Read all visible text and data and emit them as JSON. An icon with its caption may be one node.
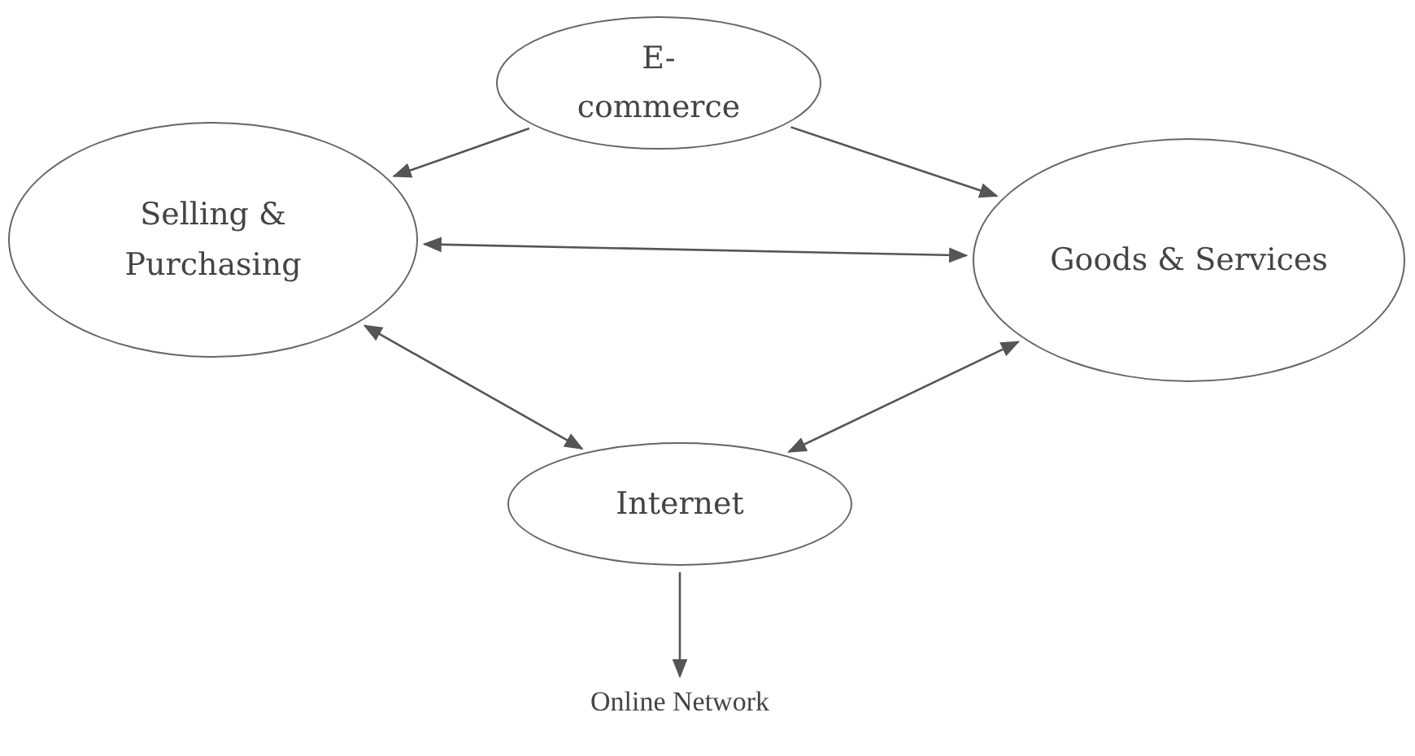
{
  "diagram": {
    "nodes": [
      {
        "text": [
          "E-commerce"
        ]
      },
      {
        "text": [
          "Selling & Purchasing"
        ]
      },
      {
        "text": [
          "Goods & Services"
        ]
      },
      {
        "text": [
          "Internet"
        ]
      },
      {
        "text": [
          "Online Network"
        ]
      }
    ],
    "edges": [
      {
        "from": 0,
        "to": 1,
        "arrow": "to"
      },
      {
        "from": 0,
        "to": 2,
        "arrow": "to"
      },
      {
        "from": 1,
        "to": 2,
        "arrow": "both"
      },
      {
        "from": 1,
        "to": 3,
        "arrow": "both"
      },
      {
        "from": 2,
        "to": 3,
        "arrow": "both"
      },
      {
        "from": 3,
        "to": 4,
        "arrow": "to"
      }
    ]
  }
}
